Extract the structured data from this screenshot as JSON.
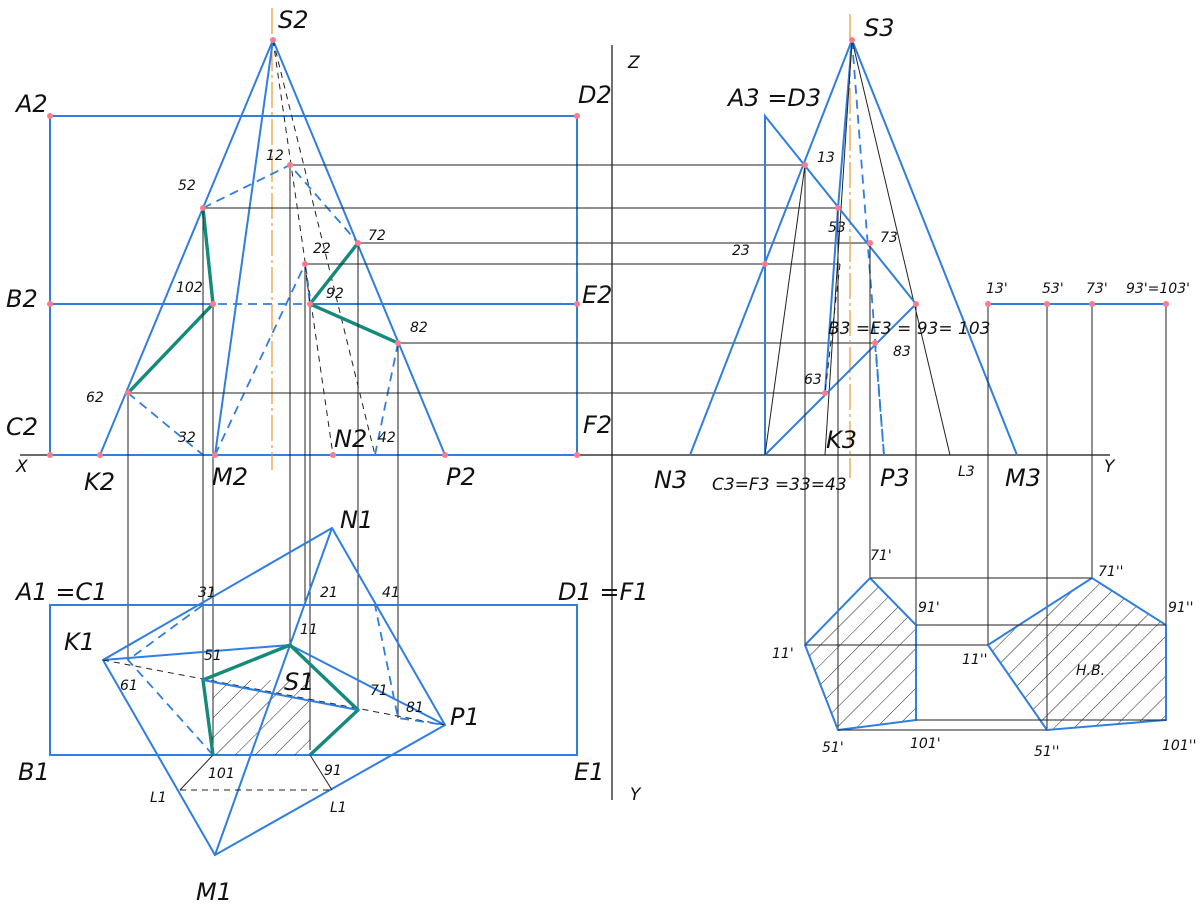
{
  "labels": {
    "S2": "S2",
    "A2": "A2",
    "D2": "D2",
    "B2": "B2",
    "E2": "E2",
    "C2": "C2",
    "F2": "F2",
    "X": "X",
    "Z": "Z",
    "Y_axis_front": "Y",
    "Y_axis_profile": "Y",
    "K2": "K2",
    "M2": "M2",
    "N2": "N2",
    "P2": "P2",
    "p1_2": "12",
    "p2_2": "22",
    "p3_2": "32",
    "p4_2": "42",
    "p5_2": "52",
    "p6_2": "62",
    "p7_2": "72",
    "p8_2": "82",
    "p9_2": "92",
    "p10_2": "102",
    "A1C1": "A1 =C1",
    "D1F1": "D1 =F1",
    "B1": "B1",
    "E1": "E1",
    "N1": "N1",
    "K1": "K1",
    "P1": "P1",
    "M1": "M1",
    "S1": "S1",
    "L1a": "L1",
    "L1b": "L1",
    "p1_1": "11",
    "p2_1": "21",
    "p3_1": "31",
    "p4_1": "41",
    "p5_1": "51",
    "p6_1": "61",
    "p7_1": "71",
    "p8_1": "81",
    "p9_1": "91",
    "p10_1": "101",
    "S3": "S3",
    "A3D3": "A3 =D3",
    "B3E3": "B3 =E3 = 93= 103",
    "C3F3": "C3=F3 =33=43",
    "N3": "N3",
    "P3": "P3",
    "L3": "L3",
    "M3": "M3",
    "K3": "K3",
    "p1_3": "13",
    "p2_3": "23",
    "p5_3": "53",
    "p6_3": "63",
    "p7_3": "73",
    "p8_3": "83",
    "r1": "13'",
    "r5": "53'",
    "r7": "73'",
    "r910": "93'=103'",
    "t7": "71'",
    "t9": "91'",
    "t1": "11'",
    "t5": "51'",
    "t10": "101'",
    "u7": "71''",
    "u9": "91''",
    "u1": "11''",
    "u5": "51''",
    "u10": "101''",
    "HB": "Н.В."
  },
  "colors": {
    "outline": "#2f7ee0",
    "section": "#138a7a",
    "center_line": "#e8901c",
    "points": "#ff7a8a"
  }
}
